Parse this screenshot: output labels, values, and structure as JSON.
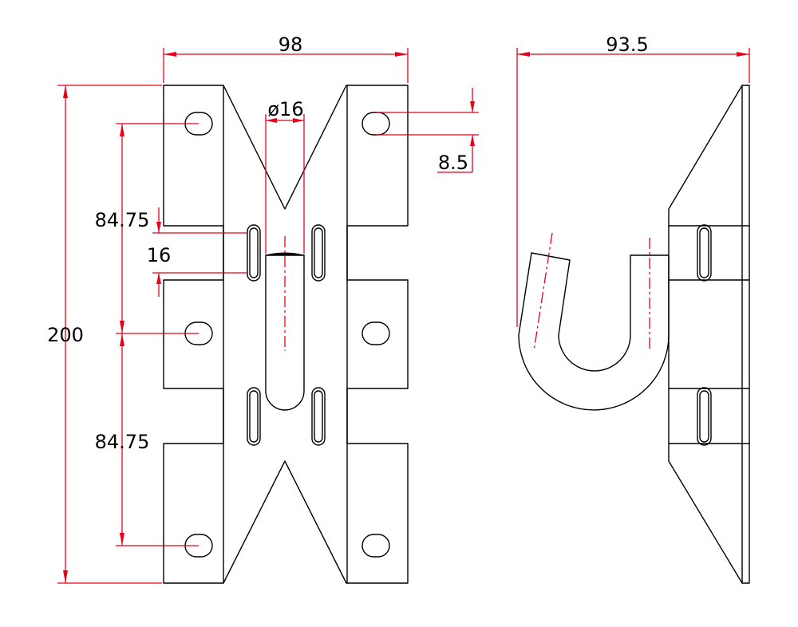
{
  "diagram": {
    "type": "technical-drawing",
    "views": [
      "front-view",
      "side-view"
    ],
    "line_color": "#000000",
    "dimension_color": "#e8001a",
    "dimensions": {
      "front_width": "98",
      "hole_diameter": "ø16",
      "hole_offset": "8.5",
      "slot_spacing_upper": "84.75",
      "slot_width": "16",
      "total_height": "200",
      "slot_spacing_lower": "84.75",
      "side_depth": "93.5"
    }
  }
}
